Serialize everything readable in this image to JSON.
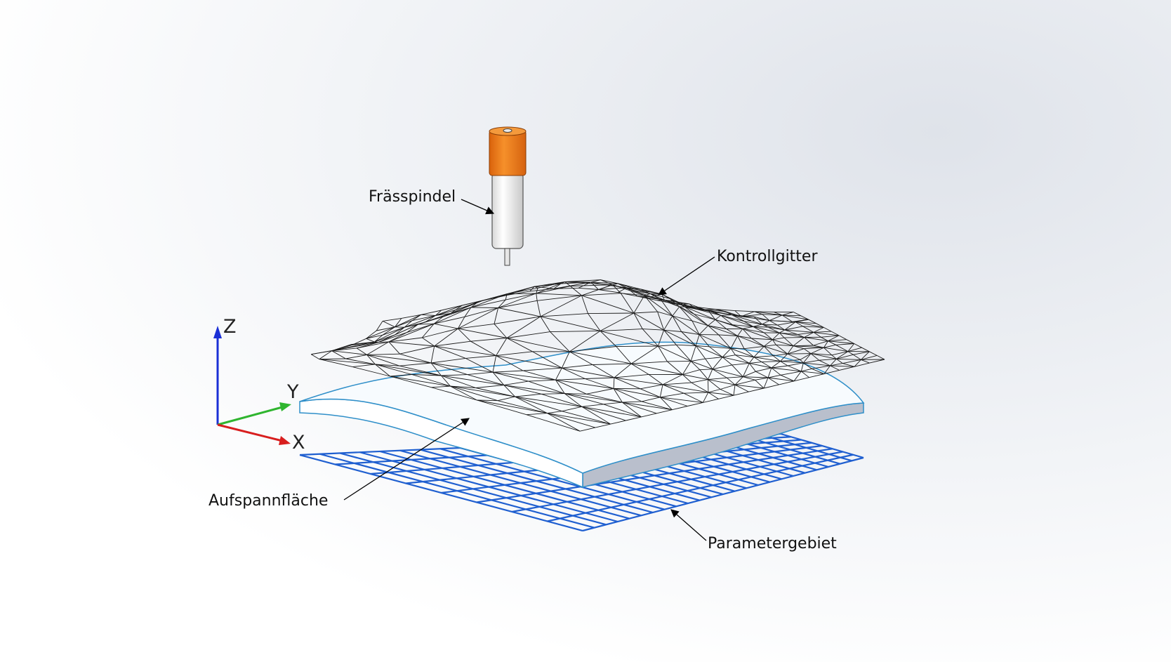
{
  "labels": {
    "spindle": "Frässpindel",
    "control_grid": "Kontrollgitter",
    "clamping_surface": "Aufspannfläche",
    "parameter_domain": "Parametergebiet"
  },
  "axes": {
    "z": "Z",
    "y": "Y",
    "x": "X"
  },
  "colors": {
    "spindle_head": "#f07c1b",
    "spindle_body": "#f4f4f4",
    "mesh": "#1a1a1a",
    "plate_edge": "#2f8fc9",
    "plate_side": "#b9bfcc",
    "parameter_grid": "#1f5fd0",
    "axis_z": "#1a2fd6",
    "axis_y": "#2fb52f",
    "axis_x": "#d81e1e"
  }
}
